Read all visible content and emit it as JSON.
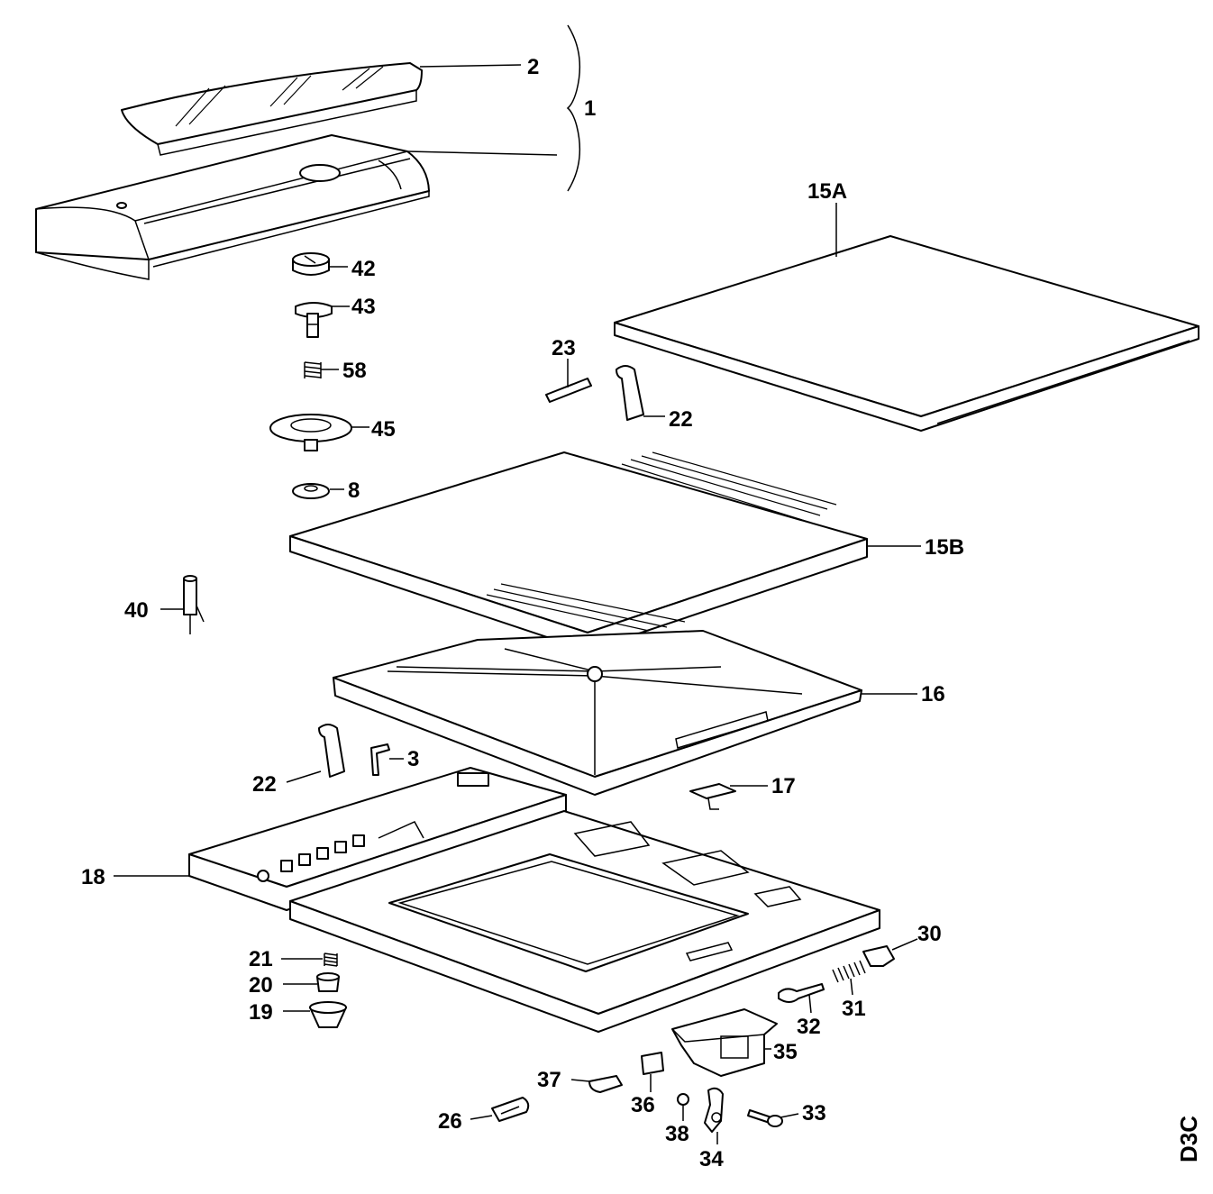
{
  "labels": {
    "p1": "1",
    "p2": "2",
    "p3": "3",
    "p8": "8",
    "p15a": "15A",
    "p15b": "15B",
    "p16": "16",
    "p17": "17",
    "p18": "18",
    "p19": "19",
    "p20": "20",
    "p21": "21",
    "p22a": "22",
    "p22b": "22",
    "p23": "23",
    "p26": "26",
    "p30": "30",
    "p31": "31",
    "p32": "32",
    "p33": "33",
    "p34": "34",
    "p35": "35",
    "p36": "36",
    "p37": "37",
    "p38": "38",
    "p40": "40",
    "p42": "42",
    "p43": "43",
    "p45": "45",
    "p58": "58"
  },
  "drawing_code": "D3C"
}
